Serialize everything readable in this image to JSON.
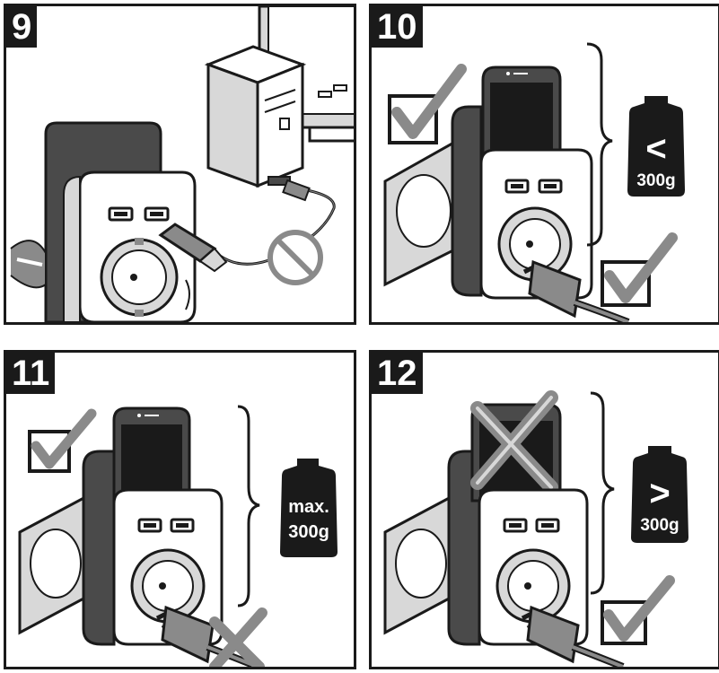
{
  "panels": [
    {
      "number": "9"
    },
    {
      "number": "10",
      "weight": {
        "symbol": "<",
        "value": "300g"
      }
    },
    {
      "number": "11",
      "weight": {
        "line1": "max.",
        "line2": "300g"
      }
    },
    {
      "number": "12",
      "weight": {
        "symbol": ">",
        "value": "300g"
      }
    }
  ],
  "colors": {
    "outline": "#1a1a1a",
    "dark_grey": "#4a4a4a",
    "mid_grey": "#8a8a8a",
    "light_grey": "#d8d8d8",
    "white": "#ffffff"
  }
}
